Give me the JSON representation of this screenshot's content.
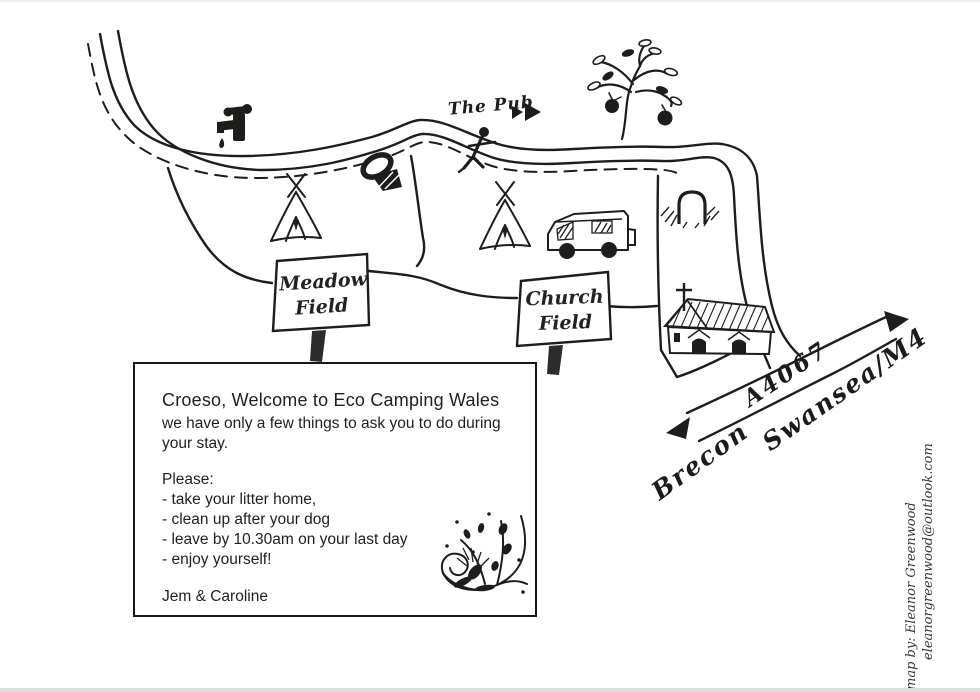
{
  "map": {
    "labels": {
      "pub": "The Pub",
      "meadow_field": "Meadow Field",
      "church_field": "Church Field",
      "road_number": "A4067",
      "toward_swansea": "Swansea/M4",
      "toward_brecon": "Brecon"
    },
    "icons": {
      "water-tap": "black tap silhouette with drip",
      "toilet": "black toilet silhouette",
      "tent": "hand-drawn teepee tent",
      "campervan": "hand-drawn camper van",
      "walker": "stick figure on footpath",
      "apple-tree": "sketched tree with two apples",
      "gravestone": "arched stone with grass",
      "church": "sketched church with cross and hatched roof",
      "pub-arrows": "double right-pointing arrowheads",
      "road-arrows": "filled arrowheads at both ends of main road",
      "floral-flourish": "bluebell flower sketch"
    },
    "colors": {
      "ink": "#1d1d1b",
      "paper": "#ffffff"
    }
  },
  "welcome_box": {
    "title": "Croeso, Welcome to Eco Camping Wales",
    "intro": "we have only a few things to ask you to do during your stay.",
    "please_label": "Please:",
    "rules": [
      "- take your litter home,",
      "- clean up after your dog",
      "- leave by 10.30am on your last day",
      "- enjoy yourself!"
    ],
    "signoff": "Jem & Caroline"
  },
  "credits": {
    "by_line": "map by: Eleanor Greenwood",
    "email": "eleanorgreenwood@outlook.com"
  }
}
